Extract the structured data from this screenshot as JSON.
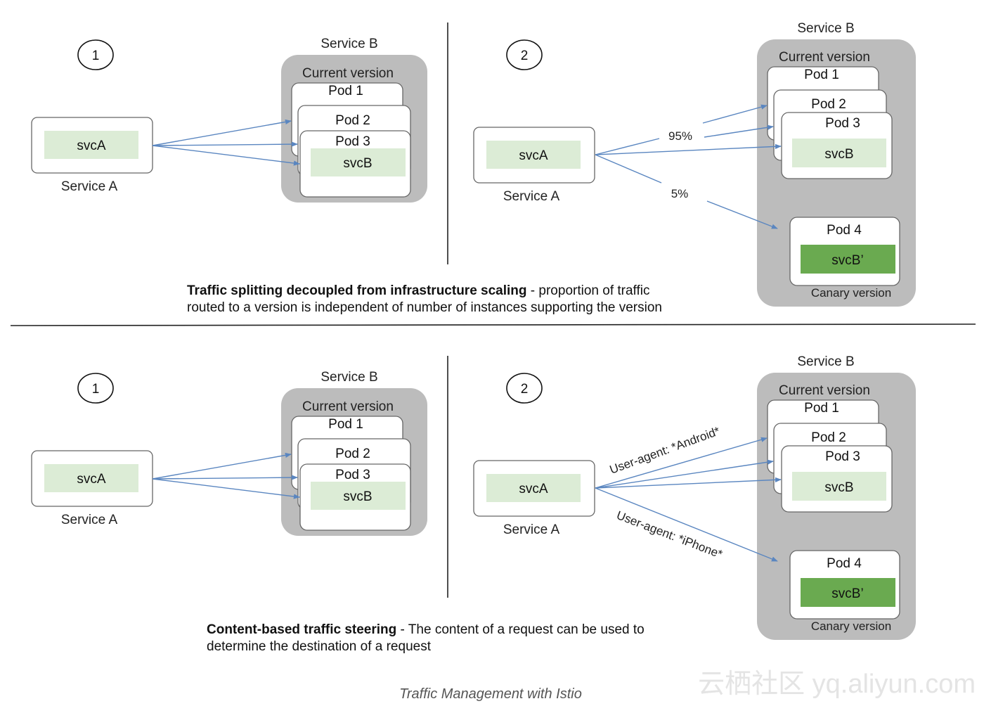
{
  "labels": {
    "service_a": "Service A",
    "service_b": "Service B",
    "svc_a": "svcA",
    "svc_b": "svcB",
    "svc_b_canary": "svcB’",
    "current_version": "Current version",
    "canary_version": "Canary version",
    "pod_1": "Pod 1",
    "pod_2": "Pod 2",
    "pod_3": "Pod 3",
    "pod_4": "Pod 4",
    "step_1": "1",
    "step_2": "2"
  },
  "top": {
    "percent_95": "95%",
    "percent_5": "5%",
    "caption_bold": "Traffic splitting decoupled from infrastructure scaling",
    "caption_rest": " - proportion of traffic",
    "caption_line2": "routed to a version is independent of number of instances supporting the version"
  },
  "bottom": {
    "android_rule": "User-agent: *Android*",
    "iphone_rule": "User-agent: *iPhone*",
    "caption_bold": "Content-based traffic steering",
    "caption_rest": " - The content of a request can be used to",
    "caption_line2": "determine the destination of a request"
  },
  "footer": "Traffic Management with Istio",
  "watermark": "云栖社区 yq.aliyun.com",
  "colors": {
    "arrow": "#5a86c0",
    "group_bg": "#bcbcbc",
    "svc_light": "#dcecd6",
    "svc_canary": "#6aaa50"
  }
}
